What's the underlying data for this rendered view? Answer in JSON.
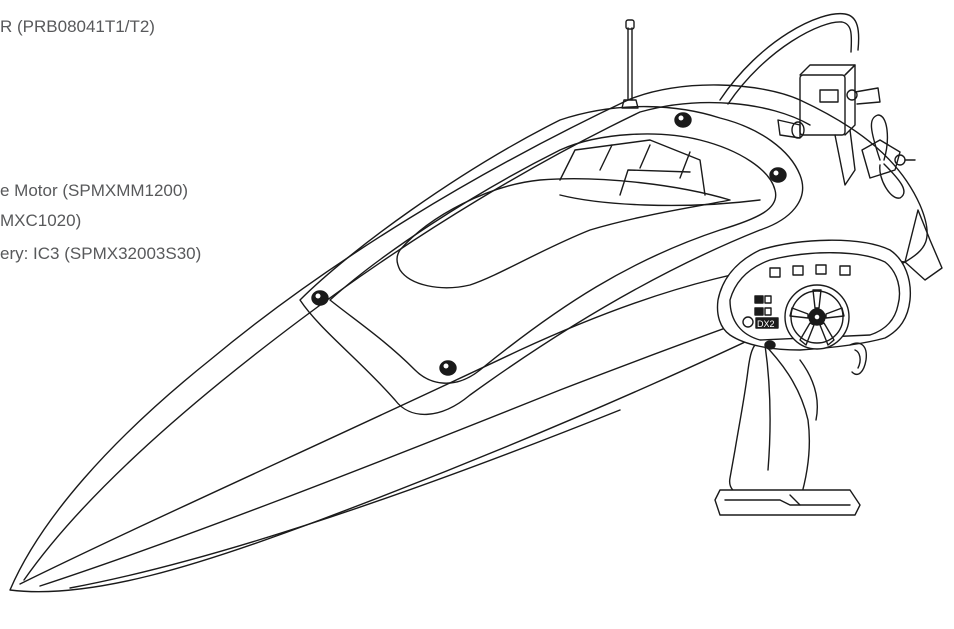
{
  "labels": [
    {
      "id": "receiver",
      "text": "R (PRB08041T1/T2)"
    },
    {
      "id": "motor",
      "text": "e Motor (SPMXMM1200)"
    },
    {
      "id": "esc",
      "text": "MXC1020)"
    },
    {
      "id": "battery",
      "text": "ery: IC3 (SPMX32003S30)"
    }
  ],
  "colors": {
    "text": "#58595b",
    "line": "#1a1a1a",
    "fill": "#ffffff"
  }
}
